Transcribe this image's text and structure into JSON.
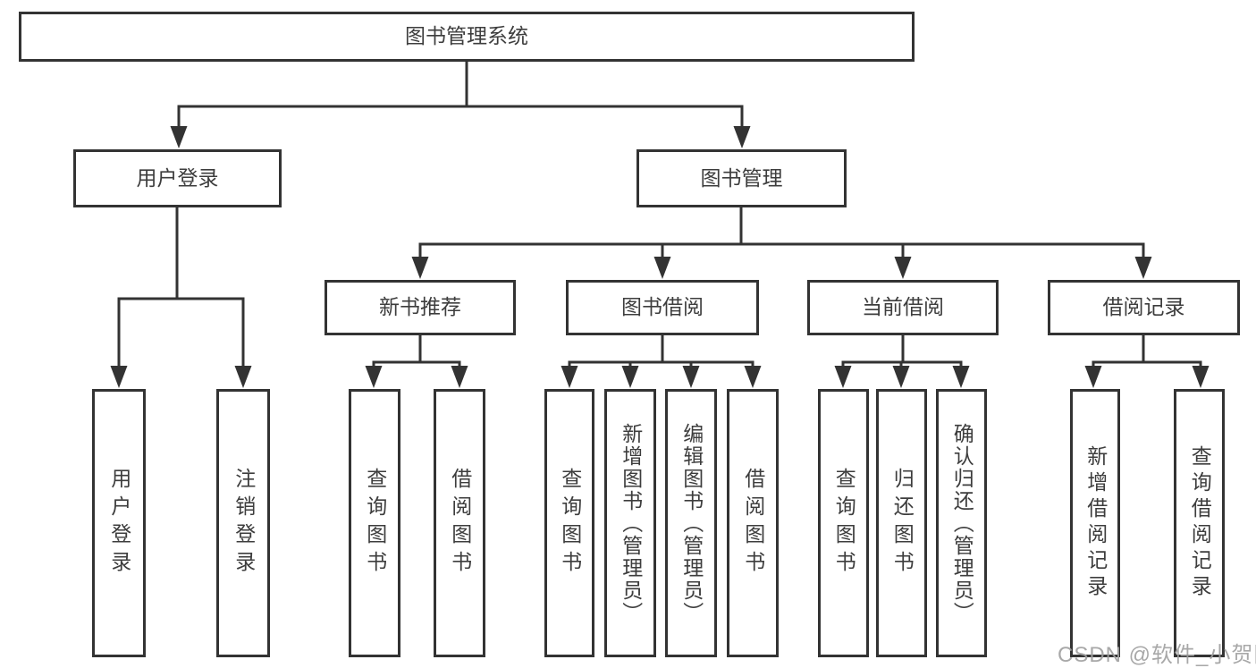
{
  "diagram_title": "图书管理系统",
  "colors": {
    "line": "#333333",
    "border": "#333333",
    "text": "#3d3d3d",
    "background": "#ffffff",
    "watermark": "#9e9e9e"
  },
  "tree": {
    "root": {
      "label": "图书管理系统",
      "children": [
        {
          "label": "用户登录",
          "children": [
            {
              "label": "用户登录"
            },
            {
              "label": "注销登录"
            }
          ]
        },
        {
          "label": "图书管理",
          "children": [
            {
              "label": "新书推荐",
              "children": [
                {
                  "label": "查询图书"
                },
                {
                  "label": "借阅图书"
                }
              ]
            },
            {
              "label": "图书借阅",
              "children": [
                {
                  "label": "查询图书"
                },
                {
                  "label": "新增图书（管理员）"
                },
                {
                  "label": "编辑图书（管理员）"
                },
                {
                  "label": "借阅图书"
                }
              ]
            },
            {
              "label": "当前借阅",
              "children": [
                {
                  "label": "查询图书"
                },
                {
                  "label": "归还图书"
                },
                {
                  "label": "确认归还（管理员）"
                }
              ]
            },
            {
              "label": "借阅记录",
              "children": [
                {
                  "label": "新增借阅记录"
                },
                {
                  "label": "查询借阅记录"
                }
              ]
            }
          ]
        }
      ]
    }
  },
  "watermark": {
    "text": "CSDN @软件_小贺同学"
  }
}
